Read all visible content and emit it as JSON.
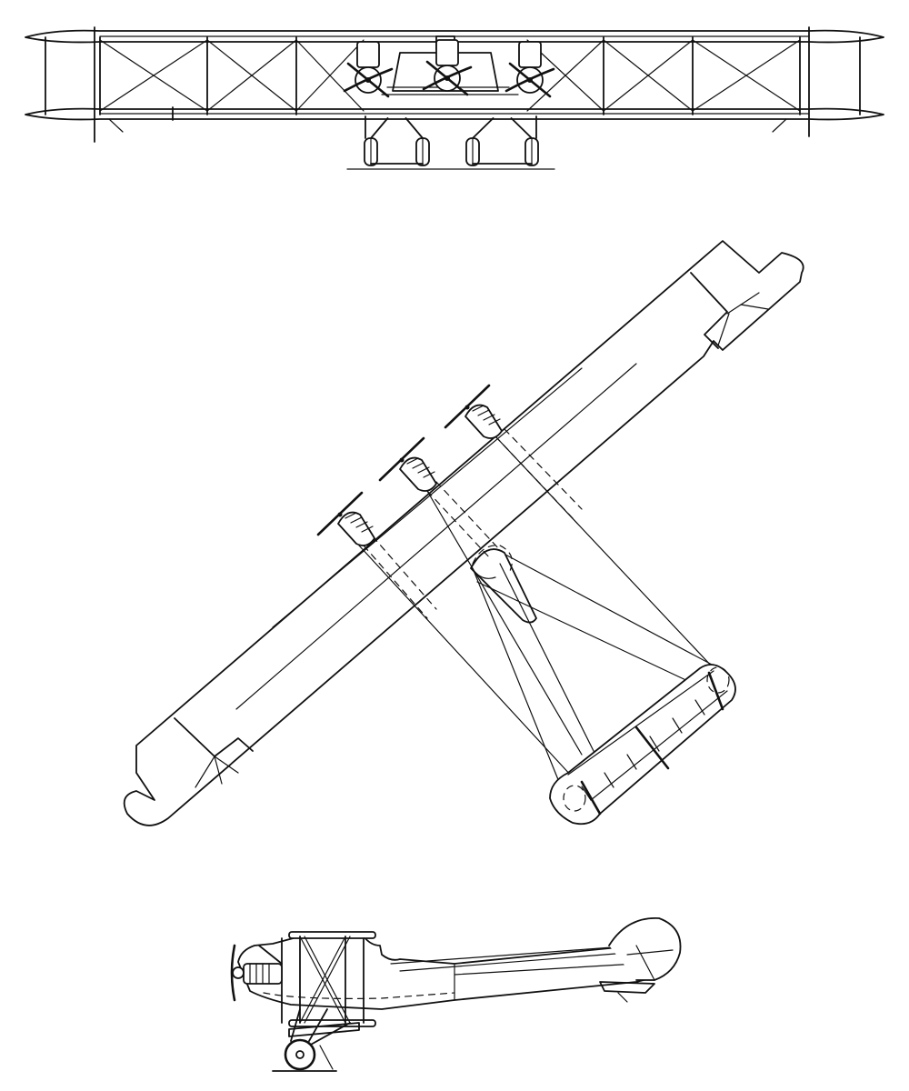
{
  "drawing": {
    "ink_color": "#111111",
    "paper_color": "#ffffff",
    "views": [
      {
        "id": "front-view"
      },
      {
        "id": "plan-view"
      },
      {
        "id": "side-view"
      }
    ]
  }
}
